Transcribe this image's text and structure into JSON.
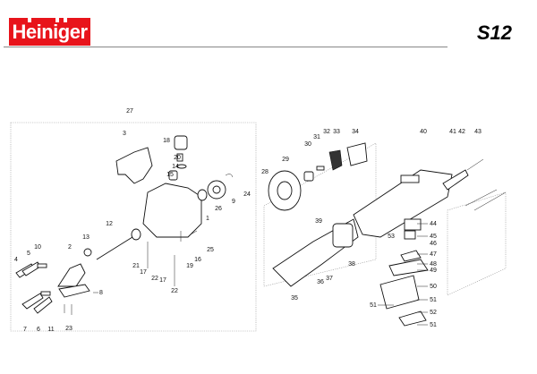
{
  "header": {
    "brand": "Heiniger",
    "model": "S12"
  },
  "diagram": {
    "labels": [
      "27",
      "3",
      "18",
      "20",
      "14",
      "15",
      "28",
      "24",
      "9",
      "26",
      "1",
      "12",
      "13",
      "2",
      "10",
      "5",
      "4",
      "25",
      "16",
      "19",
      "21",
      "17",
      "17",
      "22",
      "22",
      "8",
      "7",
      "6",
      "11",
      "23",
      "32",
      "33",
      "34",
      "31",
      "30",
      "29",
      "40",
      "41",
      "42",
      "43",
      "39",
      "44",
      "45",
      "53",
      "46",
      "47",
      "38",
      "48",
      "49",
      "36",
      "37",
      "50",
      "35",
      "51",
      "51",
      "52",
      "51"
    ]
  }
}
